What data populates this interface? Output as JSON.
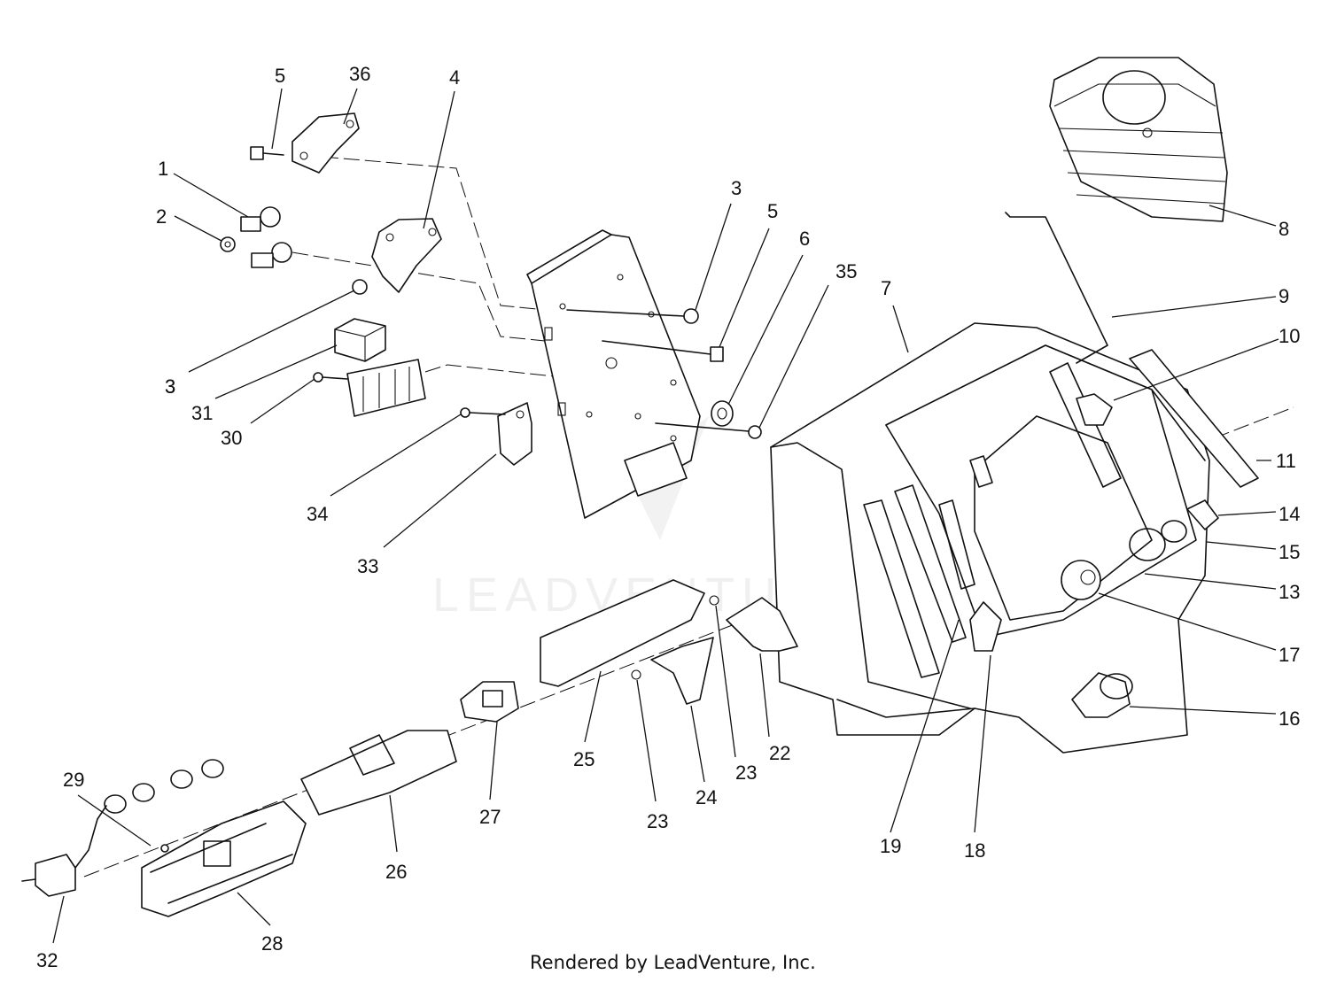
{
  "footer": "Rendered by LeadVenture, Inc.",
  "watermark": "LEADVENTURE",
  "callouts": [
    "5",
    "36",
    "4",
    "1",
    "2",
    "3",
    "3",
    "31",
    "30",
    "34",
    "33",
    "3",
    "5",
    "6",
    "35",
    "7",
    "8",
    "9",
    "10",
    "11",
    "14",
    "15",
    "13",
    "17",
    "16",
    "18",
    "19",
    "22",
    "23",
    "23",
    "24",
    "25",
    "27",
    "26",
    "29",
    "28",
    "32"
  ]
}
